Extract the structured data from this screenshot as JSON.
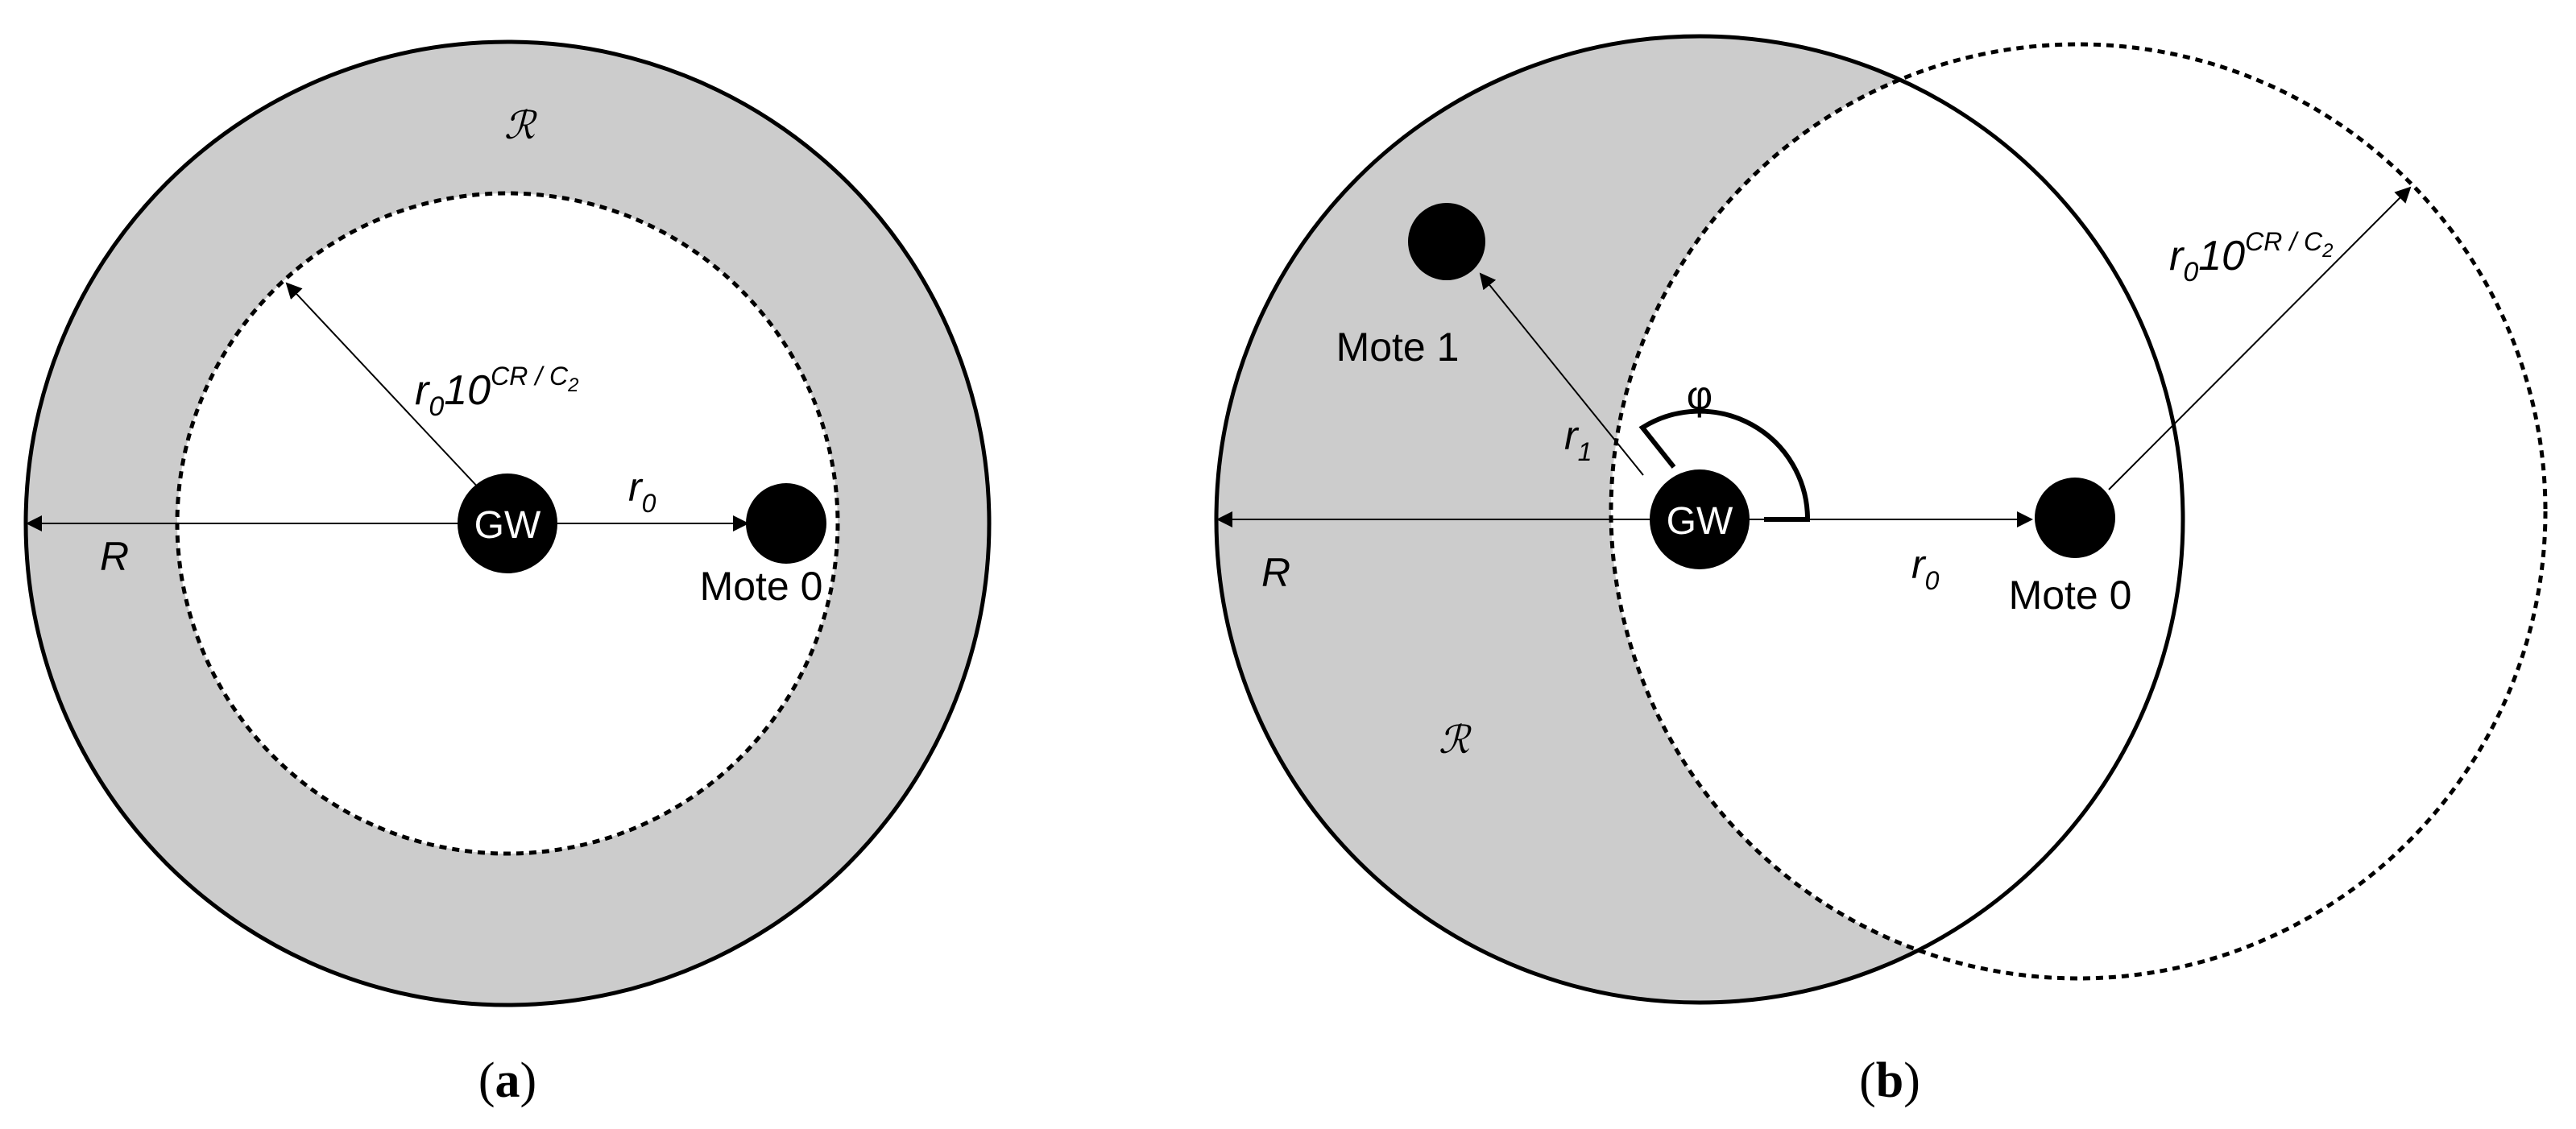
{
  "panel_a": {
    "region_label": "ℛ",
    "radius_label": "R",
    "gw_label": "GW",
    "mote0_label": "Mote 0",
    "r0_base": "r",
    "r0_sub": "0",
    "threshold_base": "r",
    "threshold_sub": "0",
    "threshold_main": "10",
    "threshold_sup": "CR / C",
    "threshold_sup_sub": "2",
    "caption_open": "(",
    "caption_letter": "a",
    "caption_close": ")"
  },
  "panel_b": {
    "region_label": "ℛ",
    "radius_label": "R",
    "gw_label": "GW",
    "mote0_label": "Mote 0",
    "mote1_label": "Mote 1",
    "r0_base": "r",
    "r0_sub": "0",
    "r1_base": "r",
    "r1_sub": "1",
    "angle_label": "φ",
    "threshold_base": "r",
    "threshold_sub": "0",
    "threshold_main": "10",
    "threshold_sup": "CR / C",
    "threshold_sup_sub": "2",
    "caption_open": "(",
    "caption_letter": "b",
    "caption_close": ")"
  },
  "colors": {
    "region_fill": "#cccccc",
    "stroke": "#000000",
    "node_fill": "#000000",
    "node_text": "#ffffff",
    "background": "#ffffff"
  }
}
